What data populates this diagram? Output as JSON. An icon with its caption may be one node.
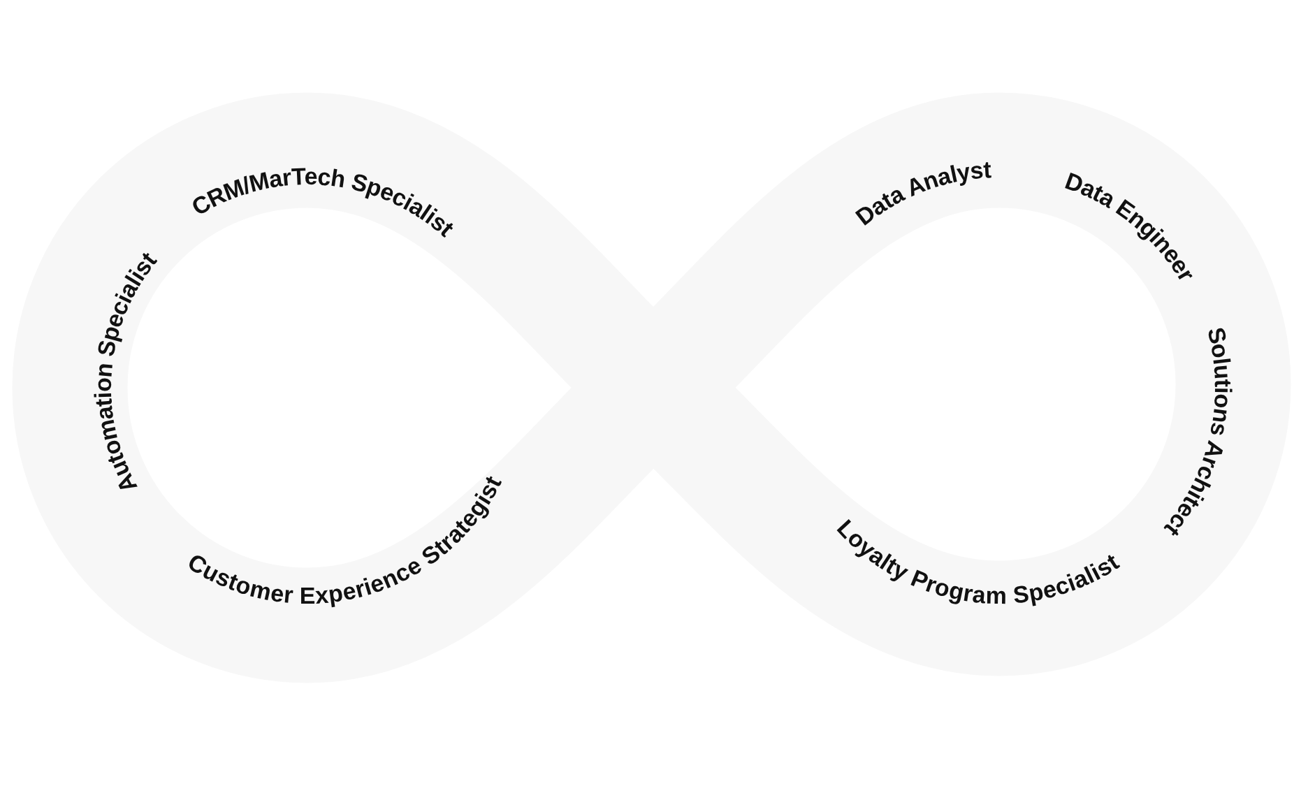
{
  "diagram": {
    "labels": [
      "CRM/MarTech Specialist",
      "Data Analyst",
      "Data Engineer",
      "Automation Specialist",
      "Solutions Architect",
      "Customer Experience Strategist",
      "Loyalty Program Specialist"
    ]
  }
}
